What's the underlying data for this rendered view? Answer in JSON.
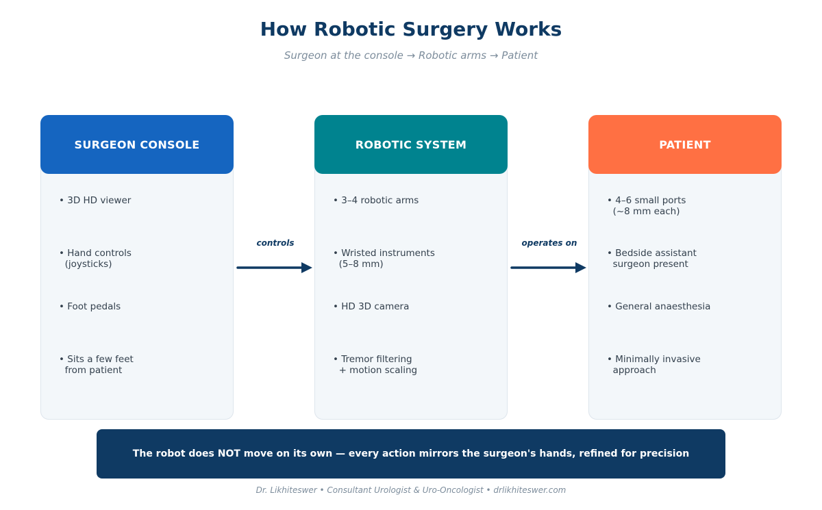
{
  "header": {
    "title": "How Robotic Surgery Works",
    "subtitle": "Surgeon at the console  →  Robotic arms  →  Patient"
  },
  "colors": {
    "console": "#1565c0",
    "robotic": "#00838f",
    "patient": "#ff7043",
    "navy": "#0f3a63"
  },
  "cards": [
    {
      "title": "SURGEON CONSOLE",
      "items": [
        "• 3D HD viewer",
        "• Hand controls\n  (joysticks)",
        "• Foot pedals",
        "• Sits a few feet\n  from patient"
      ]
    },
    {
      "title": "ROBOTIC SYSTEM",
      "items": [
        "• 3–4 robotic arms",
        "• Wristed instruments\n  (5–8 mm)",
        "• HD 3D camera",
        "• Tremor filtering\n  + motion scaling"
      ]
    },
    {
      "title": "PATIENT",
      "items": [
        "• 4–6 small ports\n  (~8 mm each)",
        "• Bedside assistant\n  surgeon present",
        "• General anaesthesia",
        "• Minimally invasive\n  approach"
      ]
    }
  ],
  "connectors": [
    {
      "label": "controls",
      "icon": "arrow-right-icon"
    },
    {
      "label": "operates on",
      "icon": "arrow-right-icon"
    }
  ],
  "banner": {
    "text": "The robot does NOT move on its own — every action mirrors the surgeon's hands, refined for precision"
  },
  "footer": {
    "text": "Dr. Likhiteswer  •  Consultant Urologist & Uro-Oncologist  •  drlikhiteswer.com"
  }
}
